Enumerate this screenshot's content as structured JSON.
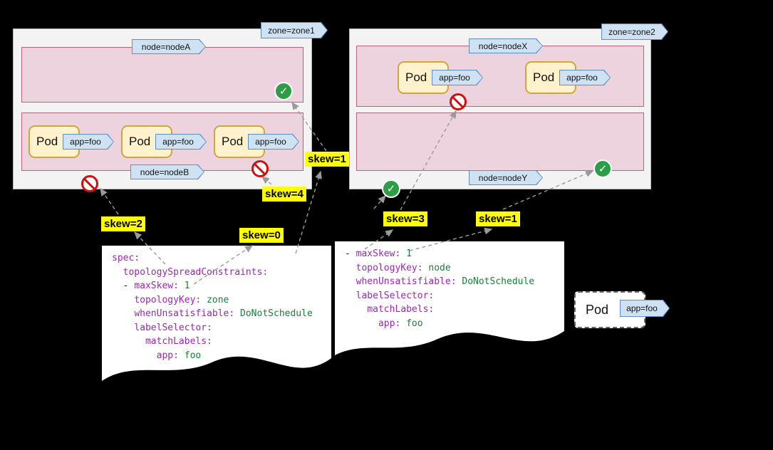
{
  "zone1": {
    "tag": "zone=zone1",
    "node_a": {
      "tag": "node=nodeA"
    },
    "node_b": {
      "tag": "node=nodeB"
    },
    "pods": [
      {
        "name": "Pod",
        "tag": "app=foo"
      },
      {
        "name": "Pod",
        "tag": "app=foo"
      },
      {
        "name": "Pod",
        "tag": "app=foo"
      }
    ]
  },
  "zone2": {
    "tag": "zone=zone2",
    "node_x": {
      "tag": "node=nodeX"
    },
    "node_y": {
      "tag": "node=nodeY"
    },
    "pods": [
      {
        "name": "Pod",
        "tag": "app=foo"
      },
      {
        "name": "Pod",
        "tag": "app=foo"
      }
    ]
  },
  "skew": {
    "zone1_check": "skew=1",
    "node_b": "skew=4",
    "left_a": "skew=2",
    "left_b": "skew=0",
    "zone2_a": "skew=3",
    "zone2_b": "skew=1"
  },
  "pending_pod": {
    "name": "Pod",
    "tag": "app=foo"
  },
  "code_left": {
    "lines": [
      [
        {
          "t": "spec:",
          "c": "key"
        }
      ],
      [
        {
          "t": "  ",
          "c": "pl"
        },
        {
          "t": "topologySpreadConstraints:",
          "c": "key"
        }
      ],
      [
        {
          "t": "  - ",
          "c": "pl"
        },
        {
          "t": "maxSkew:",
          "c": "key"
        },
        {
          "t": " ",
          "c": "pl"
        },
        {
          "t": "1",
          "c": "val"
        }
      ],
      [
        {
          "t": "    ",
          "c": "pl"
        },
        {
          "t": "topologyKey:",
          "c": "key"
        },
        {
          "t": " ",
          "c": "pl"
        },
        {
          "t": "zone",
          "c": "val"
        }
      ],
      [
        {
          "t": "    ",
          "c": "pl"
        },
        {
          "t": "whenUnsatisfiable:",
          "c": "key"
        },
        {
          "t": " ",
          "c": "pl"
        },
        {
          "t": "DoNotSchedule",
          "c": "val"
        }
      ],
      [
        {
          "t": "    ",
          "c": "pl"
        },
        {
          "t": "labelSelector:",
          "c": "key"
        }
      ],
      [
        {
          "t": "      ",
          "c": "pl"
        },
        {
          "t": "matchLabels:",
          "c": "key"
        }
      ],
      [
        {
          "t": "        ",
          "c": "pl"
        },
        {
          "t": "app:",
          "c": "key"
        },
        {
          "t": " ",
          "c": "pl"
        },
        {
          "t": "foo",
          "c": "val"
        }
      ]
    ]
  },
  "code_right": {
    "lines": [
      [
        {
          "t": "- ",
          "c": "pl"
        },
        {
          "t": "maxSkew:",
          "c": "key"
        },
        {
          "t": " ",
          "c": "pl"
        },
        {
          "t": "1",
          "c": "val"
        }
      ],
      [
        {
          "t": "  ",
          "c": "pl"
        },
        {
          "t": "topologyKey:",
          "c": "key"
        },
        {
          "t": " ",
          "c": "pl"
        },
        {
          "t": "node",
          "c": "val"
        }
      ],
      [
        {
          "t": "  ",
          "c": "pl"
        },
        {
          "t": "whenUnsatisfiable:",
          "c": "key"
        },
        {
          "t": " ",
          "c": "pl"
        },
        {
          "t": "DoNotSchedule",
          "c": "val"
        }
      ],
      [
        {
          "t": "  ",
          "c": "pl"
        },
        {
          "t": "labelSelector:",
          "c": "key"
        }
      ],
      [
        {
          "t": "    ",
          "c": "pl"
        },
        {
          "t": "matchLabels:",
          "c": "key"
        }
      ],
      [
        {
          "t": "      ",
          "c": "pl"
        },
        {
          "t": "app:",
          "c": "key"
        },
        {
          "t": " ",
          "c": "pl"
        },
        {
          "t": "foo",
          "c": "val"
        }
      ]
    ]
  },
  "colors": {
    "background": "#000000",
    "zone_fill": "#f3f3f3",
    "node_fill": "#ecd3de",
    "node_border": "#b4637e",
    "pod_fill": "#fff2cc",
    "pod_border": "#cfa53c",
    "tag_fill": "#cfe2f3",
    "tag_border": "#5c8ec9",
    "skew_highlight": "#ffff00",
    "check_green": "#2d9e46",
    "no_entry_red": "#cc1111",
    "code_key": "#9c27b0",
    "code_value": "#188038"
  }
}
